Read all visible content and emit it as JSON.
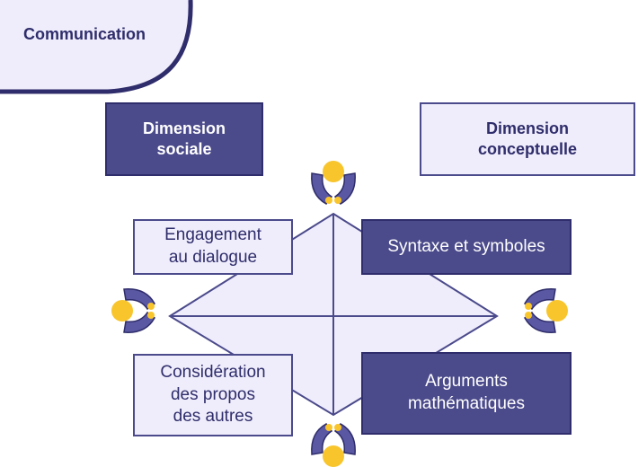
{
  "title": "Communication",
  "boxes": {
    "social": "Dimension\nsociale",
    "conceptual": "Dimension\nconceptuelle",
    "engagement": "Engagement\nau dialogue",
    "syntax": "Syntaxe et symboles",
    "consideration": "Considération\ndes propos\ndes autres",
    "arguments": "Arguments\nmathématiques"
  },
  "colors": {
    "dark": "#4b4a8b",
    "dark_border": "#2f2d6b",
    "light": "#efedfb",
    "person_head": "#f8c52c",
    "person_body": "#5a58a3",
    "tab_background": "#efedfb"
  }
}
